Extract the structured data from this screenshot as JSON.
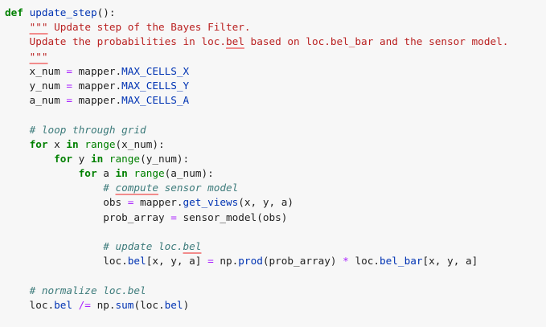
{
  "editor": {
    "lines": [
      [
        {
          "t": "def",
          "c": "kw"
        },
        {
          "t": " ",
          "c": ""
        },
        {
          "t": "update_step",
          "c": "fn"
        },
        {
          "t": "():",
          "c": ""
        }
      ],
      [
        {
          "t": "    ",
          "c": ""
        },
        {
          "t": "\"\"\"",
          "c": "str squig"
        },
        {
          "t": " Update step of the Bayes Filter.",
          "c": "str"
        }
      ],
      [
        {
          "t": "    Update the probabilities in loc.",
          "c": "str"
        },
        {
          "t": "bel",
          "c": "str squig"
        },
        {
          "t": " based on loc.bel_bar and the sensor model.",
          "c": "str"
        }
      ],
      [
        {
          "t": "    ",
          "c": ""
        },
        {
          "t": "\"\"\"",
          "c": "str squig"
        }
      ],
      [
        {
          "t": "    x_num ",
          "c": ""
        },
        {
          "t": "=",
          "c": "op"
        },
        {
          "t": " mapper.",
          "c": ""
        },
        {
          "t": "MAX_CELLS_X",
          "c": "attr"
        }
      ],
      [
        {
          "t": "    y_num ",
          "c": ""
        },
        {
          "t": "=",
          "c": "op"
        },
        {
          "t": " mapper.",
          "c": ""
        },
        {
          "t": "MAX_CELLS_Y",
          "c": "attr"
        }
      ],
      [
        {
          "t": "    a_num ",
          "c": ""
        },
        {
          "t": "=",
          "c": "op"
        },
        {
          "t": " mapper.",
          "c": ""
        },
        {
          "t": "MAX_CELLS_A",
          "c": "attr"
        }
      ],
      [],
      [
        {
          "t": "    ",
          "c": ""
        },
        {
          "t": "# loop through grid",
          "c": "cm"
        }
      ],
      [
        {
          "t": "    ",
          "c": ""
        },
        {
          "t": "for",
          "c": "kw"
        },
        {
          "t": " x ",
          "c": ""
        },
        {
          "t": "in",
          "c": "kw"
        },
        {
          "t": " ",
          "c": ""
        },
        {
          "t": "range",
          "c": "bi"
        },
        {
          "t": "(x_num):",
          "c": ""
        }
      ],
      [
        {
          "t": "        ",
          "c": ""
        },
        {
          "t": "for",
          "c": "kw"
        },
        {
          "t": " y ",
          "c": ""
        },
        {
          "t": "in",
          "c": "kw"
        },
        {
          "t": " ",
          "c": ""
        },
        {
          "t": "range",
          "c": "bi"
        },
        {
          "t": "(y_num):",
          "c": ""
        }
      ],
      [
        {
          "t": "            ",
          "c": ""
        },
        {
          "t": "for",
          "c": "kw"
        },
        {
          "t": " a ",
          "c": ""
        },
        {
          "t": "in",
          "c": "kw"
        },
        {
          "t": " ",
          "c": ""
        },
        {
          "t": "range",
          "c": "bi"
        },
        {
          "t": "(a_num):",
          "c": ""
        }
      ],
      [
        {
          "t": "                ",
          "c": ""
        },
        {
          "t": "# ",
          "c": "cm"
        },
        {
          "t": "compute",
          "c": "cm squig"
        },
        {
          "t": " sensor model",
          "c": "cm"
        }
      ],
      [
        {
          "t": "                obs ",
          "c": ""
        },
        {
          "t": "=",
          "c": "op"
        },
        {
          "t": " mapper.",
          "c": ""
        },
        {
          "t": "get_views",
          "c": "attr"
        },
        {
          "t": "(x, y, a)",
          "c": ""
        }
      ],
      [
        {
          "t": "                prob_array ",
          "c": ""
        },
        {
          "t": "=",
          "c": "op"
        },
        {
          "t": " sensor_model(obs)",
          "c": ""
        }
      ],
      [],
      [
        {
          "t": "                ",
          "c": ""
        },
        {
          "t": "# update loc.",
          "c": "cm"
        },
        {
          "t": "bel",
          "c": "cm squig"
        }
      ],
      [
        {
          "t": "                loc.",
          "c": ""
        },
        {
          "t": "bel",
          "c": "attr"
        },
        {
          "t": "[x, y, a] ",
          "c": ""
        },
        {
          "t": "=",
          "c": "op"
        },
        {
          "t": " np.",
          "c": ""
        },
        {
          "t": "prod",
          "c": "attr"
        },
        {
          "t": "(prob_array) ",
          "c": ""
        },
        {
          "t": "*",
          "c": "op"
        },
        {
          "t": " loc.",
          "c": ""
        },
        {
          "t": "bel_bar",
          "c": "attr"
        },
        {
          "t": "[x, y, a]",
          "c": ""
        }
      ],
      [],
      [
        {
          "t": "    ",
          "c": ""
        },
        {
          "t": "# normalize loc.bel",
          "c": "cm"
        }
      ],
      [
        {
          "t": "    loc.",
          "c": ""
        },
        {
          "t": "bel",
          "c": "attr"
        },
        {
          "t": " ",
          "c": ""
        },
        {
          "t": "/=",
          "c": "op"
        },
        {
          "t": " np.",
          "c": ""
        },
        {
          "t": "sum",
          "c": "attr"
        },
        {
          "t": "(loc.",
          "c": ""
        },
        {
          "t": "bel",
          "c": "attr"
        },
        {
          "t": ")",
          "c": ""
        }
      ]
    ]
  }
}
